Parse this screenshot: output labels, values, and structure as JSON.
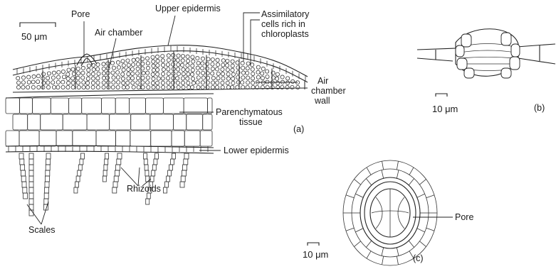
{
  "labels": {
    "pore_top": "Pore",
    "upper_epidermis": "Upper epidermis",
    "assimilatory": [
      "Assimilatory",
      "cells rich in",
      "chloroplasts"
    ],
    "air_chamber": "Air chamber",
    "air_chamber_wall": [
      "Air",
      "chamber",
      "wall"
    ],
    "parenchymatous": [
      "Parenchymatous",
      "tissue"
    ],
    "lower_epidermis": "Lower epidermis",
    "rhizoids": "Rhizoids",
    "scales": "Scales",
    "pore_c": "Pore"
  },
  "panels": {
    "a": "(a)",
    "b": "(b)",
    "c": "(c)"
  },
  "scale_bars": {
    "a": "50 μm",
    "b": "10 μm",
    "c": "10 μm"
  }
}
